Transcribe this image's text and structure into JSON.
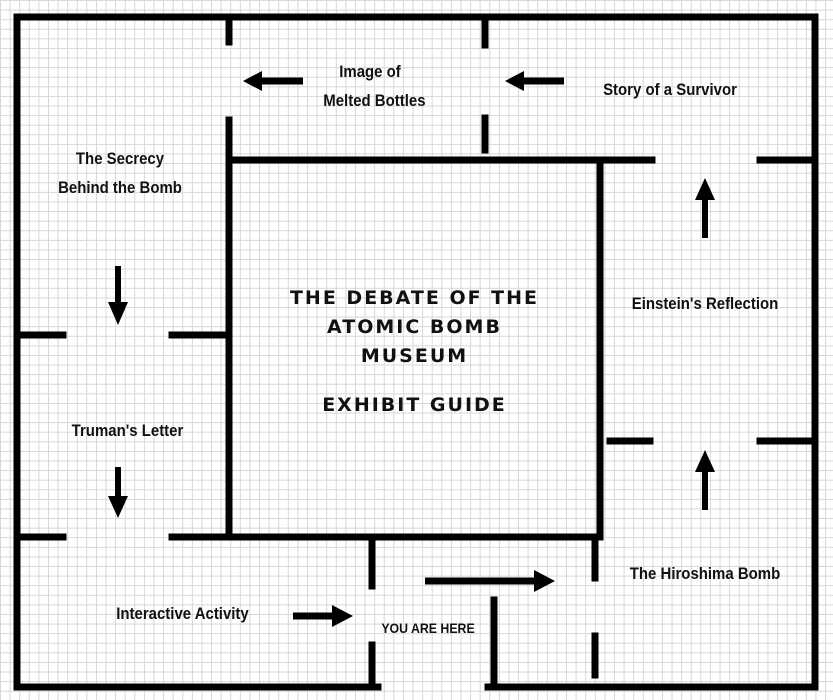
{
  "title": {
    "line1": "THE DEBATE OF THE",
    "line2": "ATOMIC BOMB",
    "line3": "MUSEUM",
    "subtitle": "EXHIBIT GUIDE"
  },
  "rooms": {
    "melted_bottles_1": "Image of",
    "melted_bottles_2": "Melted Bottles",
    "survivor": "Story of a Survivor",
    "secrecy_1": "The Secrecy",
    "secrecy_2": "Behind the Bomb",
    "einstein": "Einstein's Reflection",
    "truman": "Truman's Letter",
    "hiroshima": "The Hiroshima Bomb",
    "interactive": "Interactive Activity",
    "you_are_here": "YOU ARE HERE"
  }
}
